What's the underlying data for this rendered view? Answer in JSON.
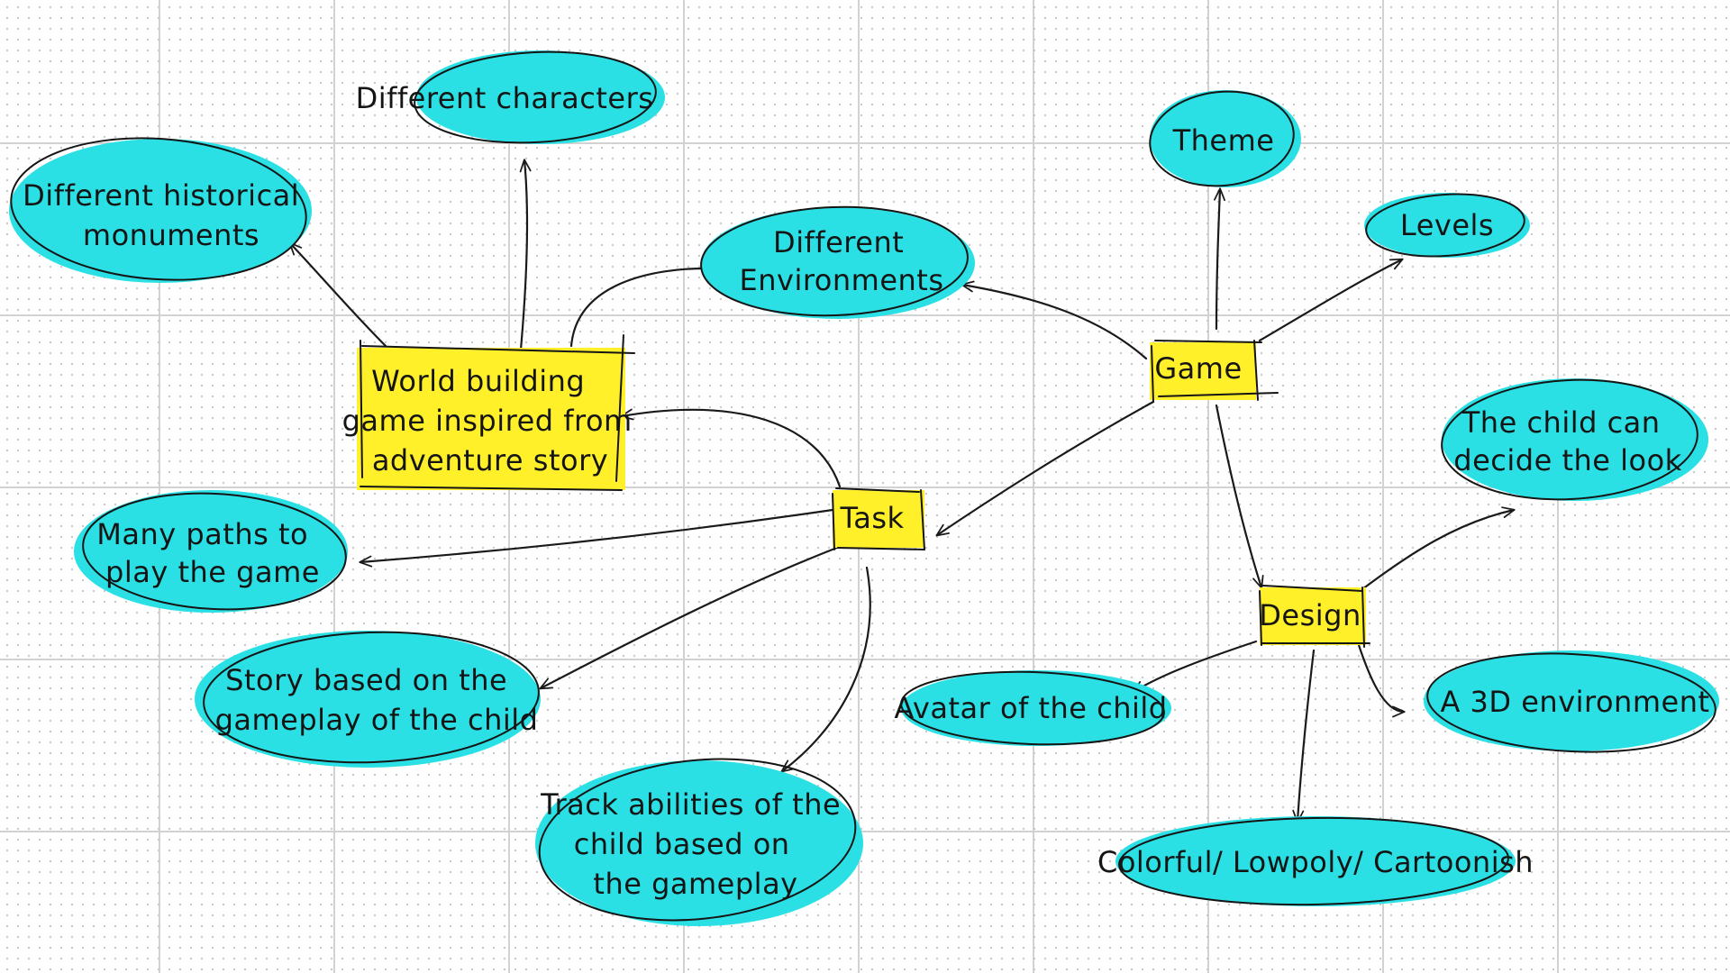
{
  "diagram": {
    "center": {
      "lines": [
        "World building",
        "game inspired from",
        "adventure story"
      ]
    },
    "hubs": {
      "game": "Game",
      "task": "Task",
      "design": "Design"
    },
    "bubbles": {
      "characters": {
        "lines": [
          "Different characters"
        ]
      },
      "monuments": {
        "lines": [
          "Different historical",
          "monuments"
        ]
      },
      "environments": {
        "lines": [
          "Different",
          "Environments"
        ]
      },
      "theme": {
        "lines": [
          "Theme"
        ]
      },
      "levels": {
        "lines": [
          "Levels"
        ]
      },
      "look": {
        "lines": [
          "The child can",
          "decide the look"
        ]
      },
      "paths": {
        "lines": [
          "Many paths to",
          "play the game"
        ]
      },
      "story": {
        "lines": [
          "Story based on the",
          "gameplay of the child"
        ]
      },
      "track": {
        "lines": [
          "Track abilities of the",
          "child based on",
          "the gameplay"
        ]
      },
      "avatar": {
        "lines": [
          "Avatar of the child"
        ]
      },
      "env3d": {
        "lines": [
          "A 3D environment"
        ]
      },
      "style": {
        "lines": [
          "Colorful/ Lowpoly/ Cartoonish"
        ]
      }
    },
    "colors": {
      "bubble_fill": "#2ae0e4",
      "note_fill": "#fff02a",
      "ink": "#151515",
      "grid_line": "#d2d2d2",
      "grid_dot": "#c9c9c9"
    }
  }
}
